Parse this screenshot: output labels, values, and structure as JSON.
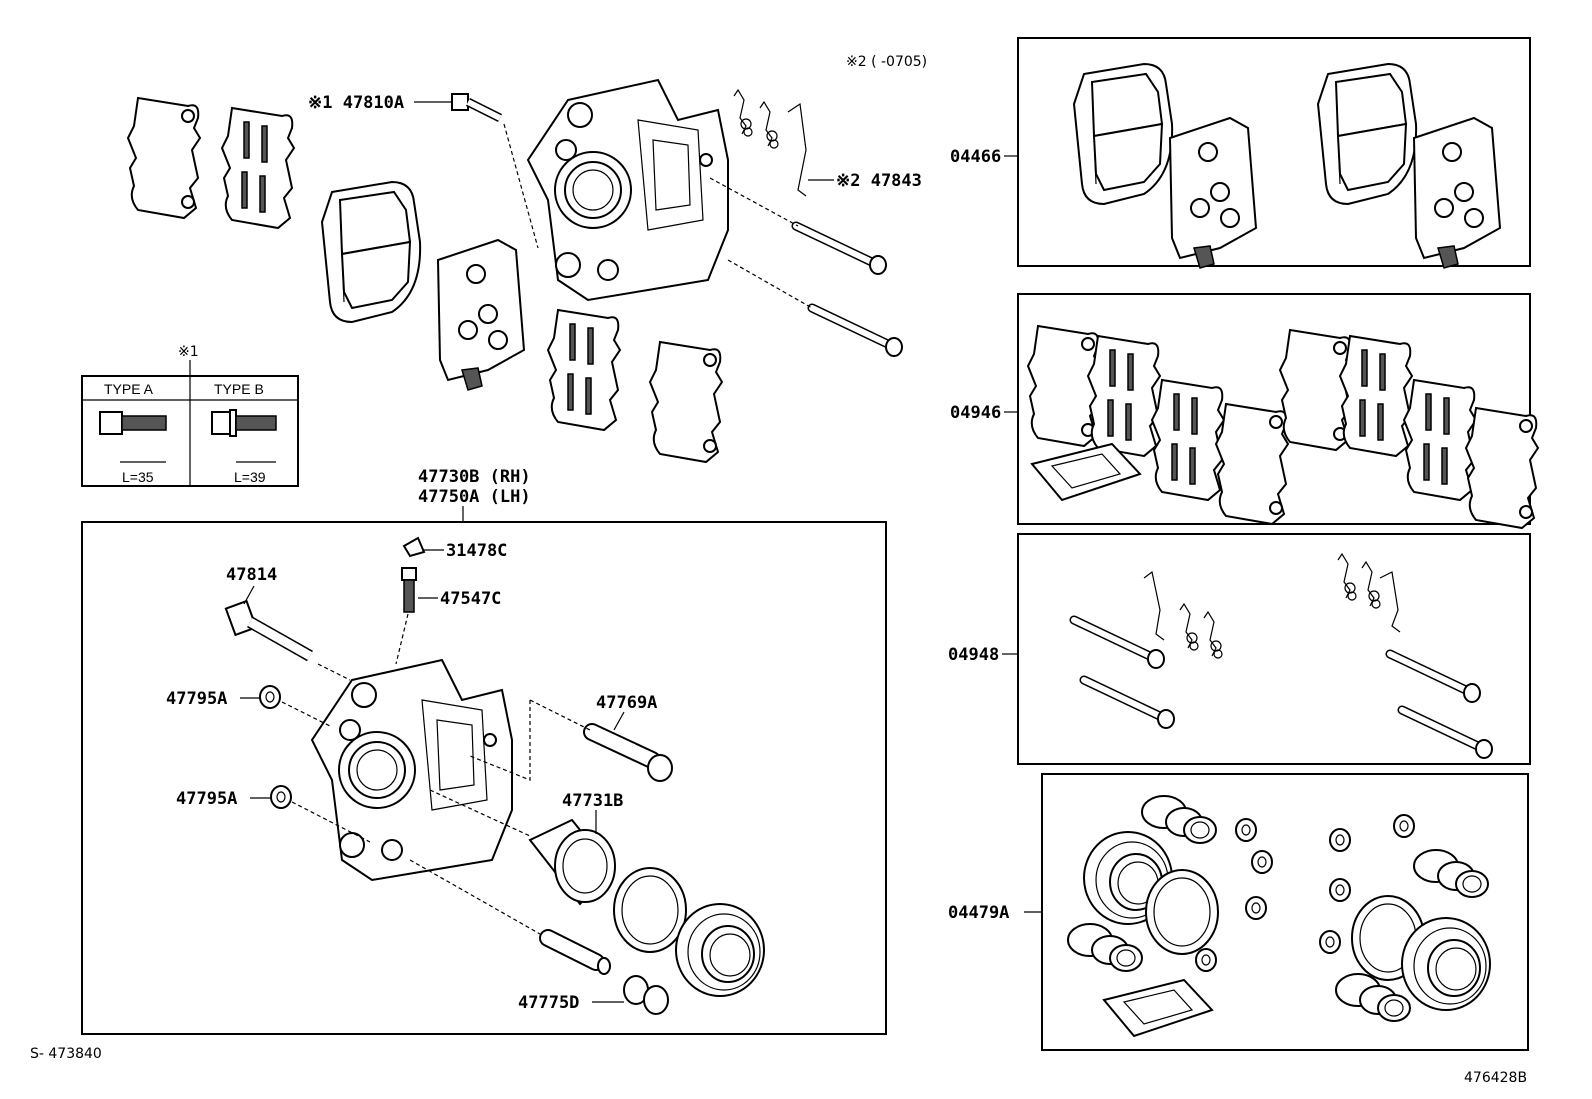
{
  "title_note": "※2 (      -0705)",
  "diagram_id": "S- 473840",
  "figure_number": "476428B",
  "parts": {
    "p47810a": "※1 47810A",
    "p47843": "※2 47843",
    "p47730b": "47730B (RH)",
    "p47750a": "47750A (LH)",
    "p31478c": "31478C",
    "p47547c": "47547C",
    "p47814": "47814",
    "p47795a_1": "47795A",
    "p47795a_2": "47795A",
    "p47769a": "47769A",
    "p47731b": "47731B",
    "p47775d": "47775D",
    "p04466": "04466",
    "p04946": "04946",
    "p04948": "04948",
    "p04479a": "04479A"
  },
  "type_table": {
    "note": "※1",
    "type_a": "TYPE A",
    "type_b": "TYPE B",
    "len_a": "L=35",
    "len_b": "L=39"
  }
}
